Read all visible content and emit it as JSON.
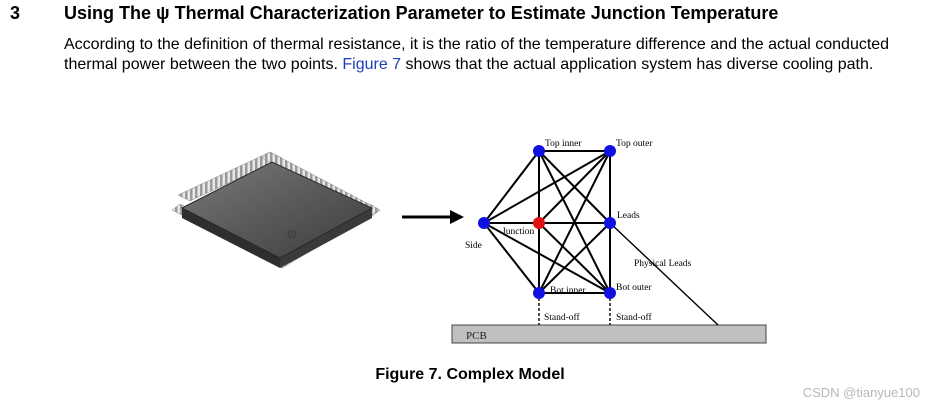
{
  "section": {
    "number": "3",
    "title_prefix": "Using The ",
    "title_symbol": "ψ",
    "title_suffix": " Thermal Characterization Parameter to Estimate Junction Temperature"
  },
  "paragraph": {
    "before_link": "According to the definition of thermal resistance, it is the ratio of the temperature difference and the actual conducted thermal power between the two points. ",
    "link_text": "Figure 7",
    "after_link": " shows that the actual application system has diverse cooling path."
  },
  "figure": {
    "caption": "Figure 7. Complex Model",
    "nodes": {
      "top_inner": "Top inner",
      "top_outer": "Top outer",
      "leads": "Leads",
      "junction": "Junction",
      "side": "Side",
      "physical_leads": "Physical Leads",
      "bot_inner": "Bot inner",
      "bot_outer": "Bot outer",
      "standoff_left": "Stand-off",
      "standoff_right": "Stand-off",
      "pcb": "PCB"
    },
    "colors": {
      "node_blue": "#1010e0",
      "junction_red": "#e01010",
      "pcb_fill": "#c0c0c0"
    }
  },
  "watermark": "CSDN @tianyue100"
}
